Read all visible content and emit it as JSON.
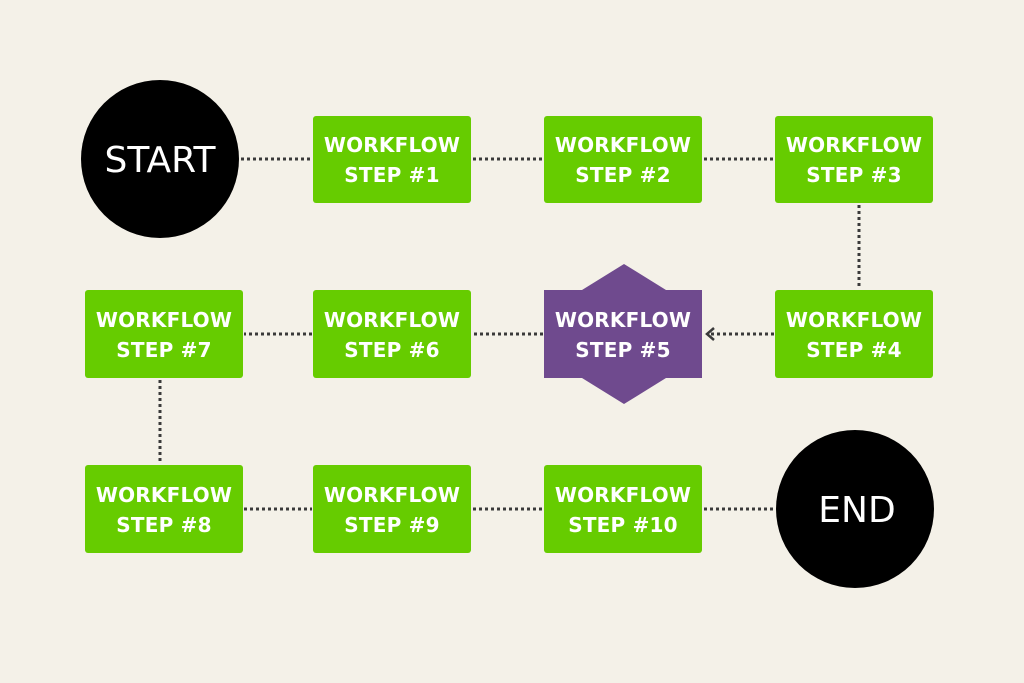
{
  "colors": {
    "background": "#f4f1e8",
    "step": "#66cc00",
    "highlight": "#6f4a8e",
    "terminal": "#000000",
    "text": "#ffffff",
    "connector": "#3a3a3a"
  },
  "terminals": {
    "start": "START",
    "end": "END"
  },
  "steps": [
    {
      "id": 1,
      "line1": "WORKFLOW",
      "line2": "STEP #1",
      "shape": "rect"
    },
    {
      "id": 2,
      "line1": "WORKFLOW",
      "line2": "STEP #2",
      "shape": "rect"
    },
    {
      "id": 3,
      "line1": "WORKFLOW",
      "line2": "STEP #3",
      "shape": "rect"
    },
    {
      "id": 4,
      "line1": "WORKFLOW",
      "line2": "STEP #4",
      "shape": "rect"
    },
    {
      "id": 5,
      "line1": "WORKFLOW",
      "line2": "STEP #5",
      "shape": "hexagon"
    },
    {
      "id": 6,
      "line1": "WORKFLOW",
      "line2": "STEP #6",
      "shape": "rect"
    },
    {
      "id": 7,
      "line1": "WORKFLOW",
      "line2": "STEP #7",
      "shape": "rect"
    },
    {
      "id": 8,
      "line1": "WORKFLOW",
      "line2": "STEP #8",
      "shape": "rect"
    },
    {
      "id": 9,
      "line1": "WORKFLOW",
      "line2": "STEP #9",
      "shape": "rect"
    },
    {
      "id": 10,
      "line1": "WORKFLOW",
      "line2": "STEP #10",
      "shape": "rect"
    }
  ],
  "edges": [
    {
      "from": "start",
      "to": 1
    },
    {
      "from": 1,
      "to": 2
    },
    {
      "from": 2,
      "to": 3
    },
    {
      "from": 3,
      "to": 4
    },
    {
      "from": 4,
      "to": 5,
      "arrow": true
    },
    {
      "from": 5,
      "to": 6
    },
    {
      "from": 6,
      "to": 7
    },
    {
      "from": 7,
      "to": 8
    },
    {
      "from": 8,
      "to": 9
    },
    {
      "from": 9,
      "to": 10
    },
    {
      "from": 10,
      "to": "end"
    }
  ]
}
